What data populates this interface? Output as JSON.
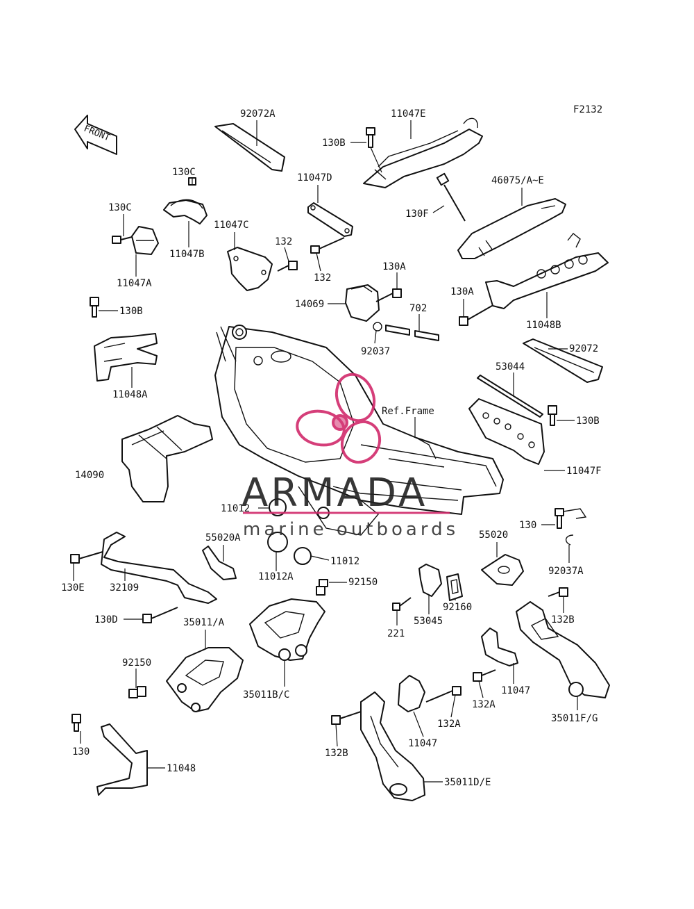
{
  "figure_code": "F2132",
  "front_arrow_label": "FRONT",
  "ref_frame_label": "Ref.Frame",
  "watermark": {
    "brand": "ARMADA",
    "subtitle": "marine outboards",
    "color": "#d12a6b"
  },
  "labels": {
    "l92072A": "92072A",
    "l11047E": "11047E",
    "l130B_top": "130B",
    "l11047D": "11047D",
    "l46075": "46075/A~E",
    "l130F": "130F",
    "l130C_a": "130C",
    "l130C_b": "130C",
    "l11047B": "11047B",
    "l11047A": "11047A",
    "l11047C": "11047C",
    "l132_a": "132",
    "l132_b": "132",
    "l130A_a": "130A",
    "l130A_b": "130A",
    "l14069": "14069",
    "l702": "702",
    "l92037": "92037",
    "l11048B": "11048B",
    "l130B_left": "130B",
    "l92072": "92072",
    "l11048A": "11048A",
    "l53044": "53044",
    "l130B_right": "130B",
    "l11047F": "11047F",
    "l14090": "14090",
    "l11012_a": "11012",
    "l11012_b": "11012",
    "l11012A": "11012A",
    "l55020A": "55020A",
    "l55020": "55020",
    "l130": "130",
    "l92037A": "92037A",
    "l130E": "130E",
    "l32109": "32109",
    "l92150_a": "92150",
    "l130D": "130D",
    "l35011A": "35011/A",
    "l221": "221",
    "l53045": "53045",
    "l92160": "92160",
    "l132B_a": "132B",
    "l92150_b": "92150",
    "l35011BC": "35011B/C",
    "l11047_a": "11047",
    "l132A_a": "132A",
    "l35011FG": "35011F/G",
    "l130_b": "130",
    "l11048": "11048",
    "l132B_b": "132B",
    "l132A_b": "132A",
    "l11047_b": "11047",
    "l35011DE": "35011D/E"
  }
}
